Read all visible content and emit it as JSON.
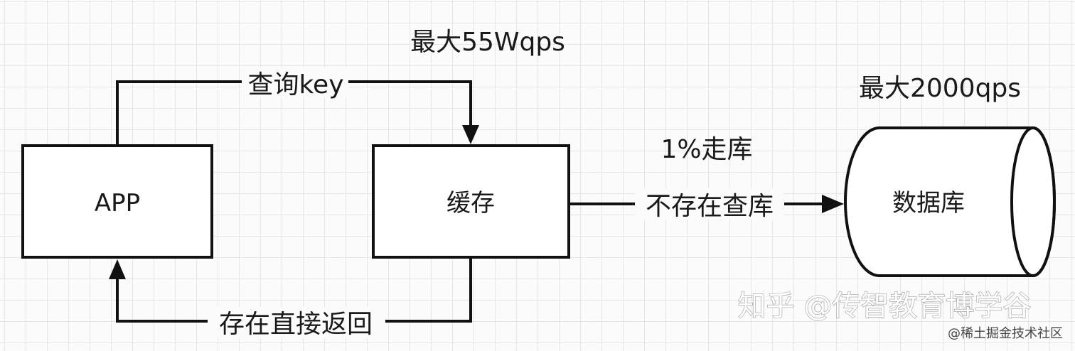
{
  "nodes": {
    "app": "APP",
    "cache": "缓存",
    "database": "数据库"
  },
  "edges": {
    "query_key": "查询key",
    "return_if_exists": "存在直接返回",
    "miss_to_db": "不存在查库",
    "one_percent_to_db": "1%走库"
  },
  "annotations": {
    "cache_max_qps": "最大55Wqps",
    "db_max_qps": "最大2000qps"
  },
  "watermark": {
    "text": "知乎 @传智教育博学谷",
    "footer": "@稀土掘金技术社区"
  },
  "colors": {
    "stroke": "#111111",
    "grid": "#e6e6e6",
    "background": "#fbfbfb"
  }
}
